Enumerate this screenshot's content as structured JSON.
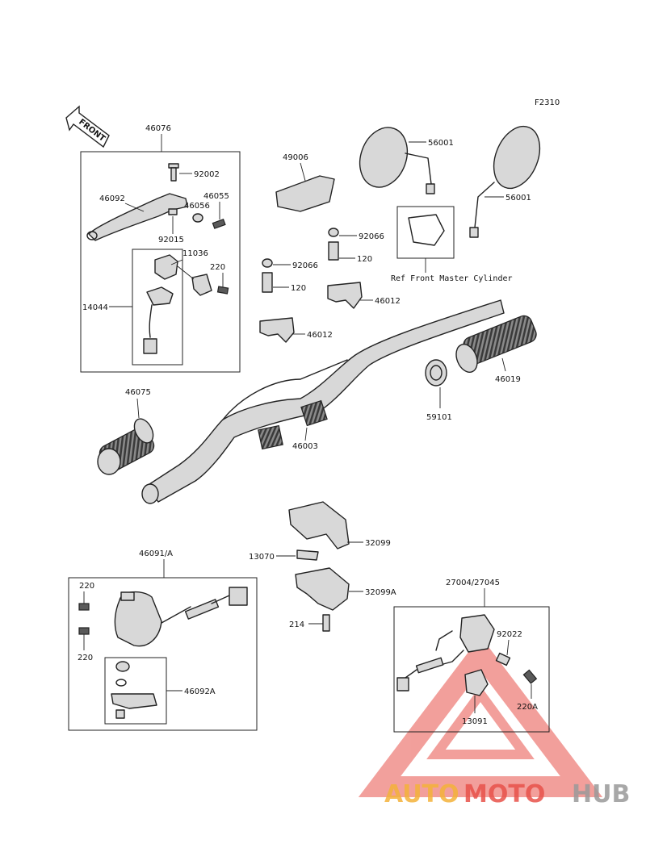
{
  "figure_code": "F2310",
  "front_label": "FRONT",
  "ref_note": "Ref Front Master Cylinder",
  "labels": {
    "p46076": "46076",
    "p92002": "92002",
    "p46092": "46092",
    "p46055": "46055",
    "p46056": "46056",
    "p92015": "92015",
    "p11036": "11036",
    "p220_top": "220",
    "p14044": "14044",
    "p49006": "49006",
    "p56001_a": "56001",
    "p56001_b": "56001",
    "p92066_a": "92066",
    "p92066_b": "92066",
    "p120_a": "120",
    "p120_b": "120",
    "p46012_a": "46012",
    "p46012_b": "46012",
    "p46019": "46019",
    "p59101": "59101",
    "p46075": "46075",
    "p46003": "46003",
    "p32099": "32099",
    "p13070": "13070",
    "p32099A": "32099A",
    "p214": "214",
    "p46091A": "46091/A",
    "p220_l1": "220",
    "p220_l2": "220",
    "p46092A": "46092A",
    "p27004": "27004/27045",
    "p92022": "92022",
    "p220A": "220A",
    "p13091": "13091"
  },
  "watermark": {
    "auto": "AUTO",
    "moto": "MOTO",
    "hub": "HUB",
    "colors": {
      "auto": "#f4b23a",
      "moto": "#e8524a",
      "hub": "#9a9a9a",
      "triangle": "#e8524a"
    }
  }
}
